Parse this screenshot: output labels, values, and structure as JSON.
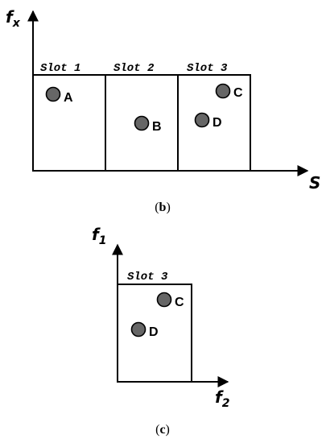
{
  "panel_b": {
    "y_axis_label": "f",
    "y_axis_subscript": "x",
    "x_axis_label": "S",
    "slots": [
      "Slot 1",
      "Slot 2",
      "Slot 3"
    ],
    "points": [
      "A",
      "B",
      "C",
      "D"
    ],
    "caption_open": "(",
    "caption_letter": "b",
    "caption_close": ")"
  },
  "panel_c": {
    "y_axis_label": "f",
    "y_axis_subscript": "1",
    "x_axis_label": "f",
    "x_axis_subscript": "2",
    "slot": "Slot 3",
    "points": [
      "C",
      "D"
    ],
    "caption_open": "(",
    "caption_letter": "c",
    "caption_close": ")"
  },
  "colors": {
    "point_fill": "#666666",
    "stroke": "#000000"
  }
}
